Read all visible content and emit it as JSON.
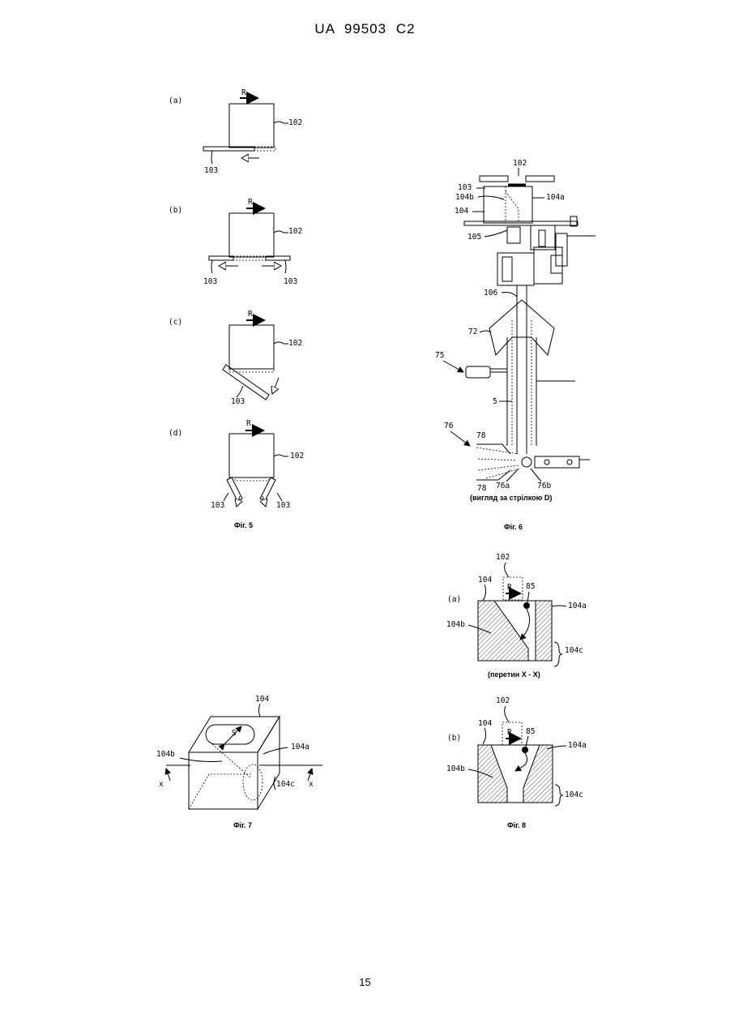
{
  "header": "UA 99503 C2",
  "page_number": "15",
  "fig5": {
    "caption": "Фіг. 5",
    "panel_a": "(a)",
    "panel_b": "(b)",
    "panel_c": "(c)",
    "panel_d": "(d)",
    "arrow_label": "R",
    "ref_102": "102",
    "ref_103": "103"
  },
  "fig6": {
    "caption": "Фіг. 6",
    "subcaption": "(вигляд за стрілкою D)",
    "ref_102": "102",
    "ref_103": "103",
    "ref_104": "104",
    "ref_104a": "104a",
    "ref_104b": "104b",
    "ref_105": "105",
    "ref_106": "106",
    "ref_72": "72",
    "ref_75": "75",
    "ref_5": "5",
    "ref_76": "76",
    "ref_78a": "78",
    "ref_78b": "78",
    "ref_76a": "76a",
    "ref_76b": "76b"
  },
  "fig7": {
    "caption": "Фіг. 7",
    "ref_104": "104",
    "ref_104a": "104a",
    "ref_104b": "104b",
    "ref_104c": "104c",
    "ref_S": "S",
    "ref_x1": "x",
    "ref_x2": "x"
  },
  "fig8": {
    "caption": "Фіг. 8",
    "section_caption": "(перетин X - X)",
    "panel_a": "(a)",
    "panel_b": "(b)",
    "arrow_label": "R",
    "ref_102": "102",
    "ref_104": "104",
    "ref_85": "85",
    "ref_104a": "104a",
    "ref_104b": "104b",
    "ref_104c": "104c"
  }
}
